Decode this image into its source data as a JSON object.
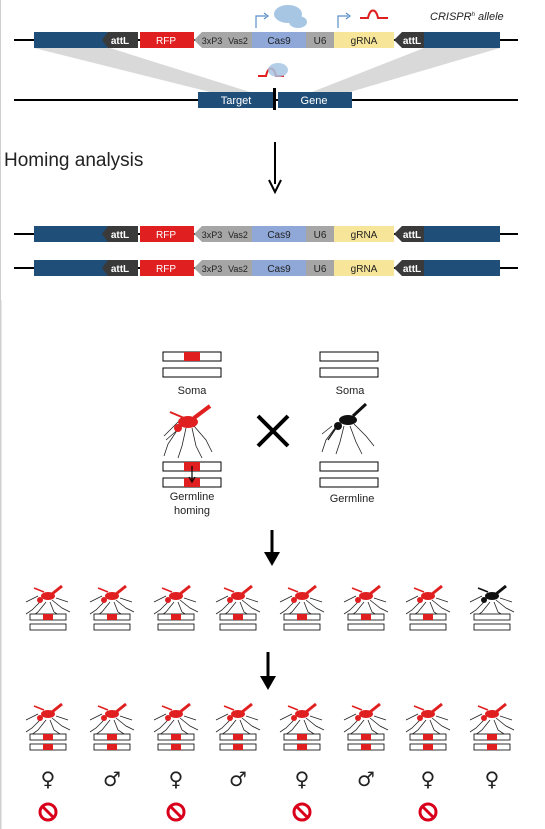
{
  "allele_title": {
    "main": "CRISPR",
    "sup": "h",
    "rest": " allele"
  },
  "construct": {
    "attL_left": "attL",
    "rfp": "RFP",
    "promoter_3xp3": "3xP3",
    "vas2": "Vas2",
    "cas9": "Cas9",
    "u6": "U6",
    "grna": "gRNA",
    "attL_right": "attL"
  },
  "target_locus": {
    "target": "Target",
    "gene": "Gene"
  },
  "section_title": "Homing analysis",
  "cross": {
    "female_soma": "Soma",
    "male_soma": "Soma",
    "female_germline_line1": "Germline",
    "female_germline_line2": "homing",
    "male_germline": "Germline"
  },
  "progeny_g1": [
    {
      "phenotype": "RFP"
    },
    {
      "phenotype": "RFP"
    },
    {
      "phenotype": "RFP"
    },
    {
      "phenotype": "RFP"
    },
    {
      "phenotype": "RFP"
    },
    {
      "phenotype": "RFP"
    },
    {
      "phenotype": "RFP"
    },
    {
      "phenotype": "wild-type"
    }
  ],
  "progeny_g2": [
    {
      "sex": "♀",
      "sterile": true
    },
    {
      "sex": "♂",
      "sterile": false
    },
    {
      "sex": "♀",
      "sterile": true
    },
    {
      "sex": "♂",
      "sterile": false
    },
    {
      "sex": "♀",
      "sterile": true
    },
    {
      "sex": "♂",
      "sterile": false
    },
    {
      "sex": "♀",
      "sterile": true
    },
    {
      "sex": "♀",
      "sterile": false
    }
  ],
  "colors": {
    "navy": "#1f4e79",
    "rfp_red": "#e02020",
    "cas9_blue": "#8fa8d8",
    "grna_yellow": "#f7e59a",
    "grey_arrow": "#a6a6a6",
    "dark_arrow": "#3a3a3a",
    "promoter_arrow": "#5b8fc9",
    "cas9_blob": "#a7c6e3",
    "guide_red": "#e02020",
    "no_symbol": "#d9001b"
  },
  "icons": [
    "promoter-arrow-icon",
    "cas9-protein-icon",
    "guide-rna-icon",
    "mosquito-icon",
    "cross-icon",
    "down-arrow-icon",
    "sterile-no-symbol-icon"
  ]
}
